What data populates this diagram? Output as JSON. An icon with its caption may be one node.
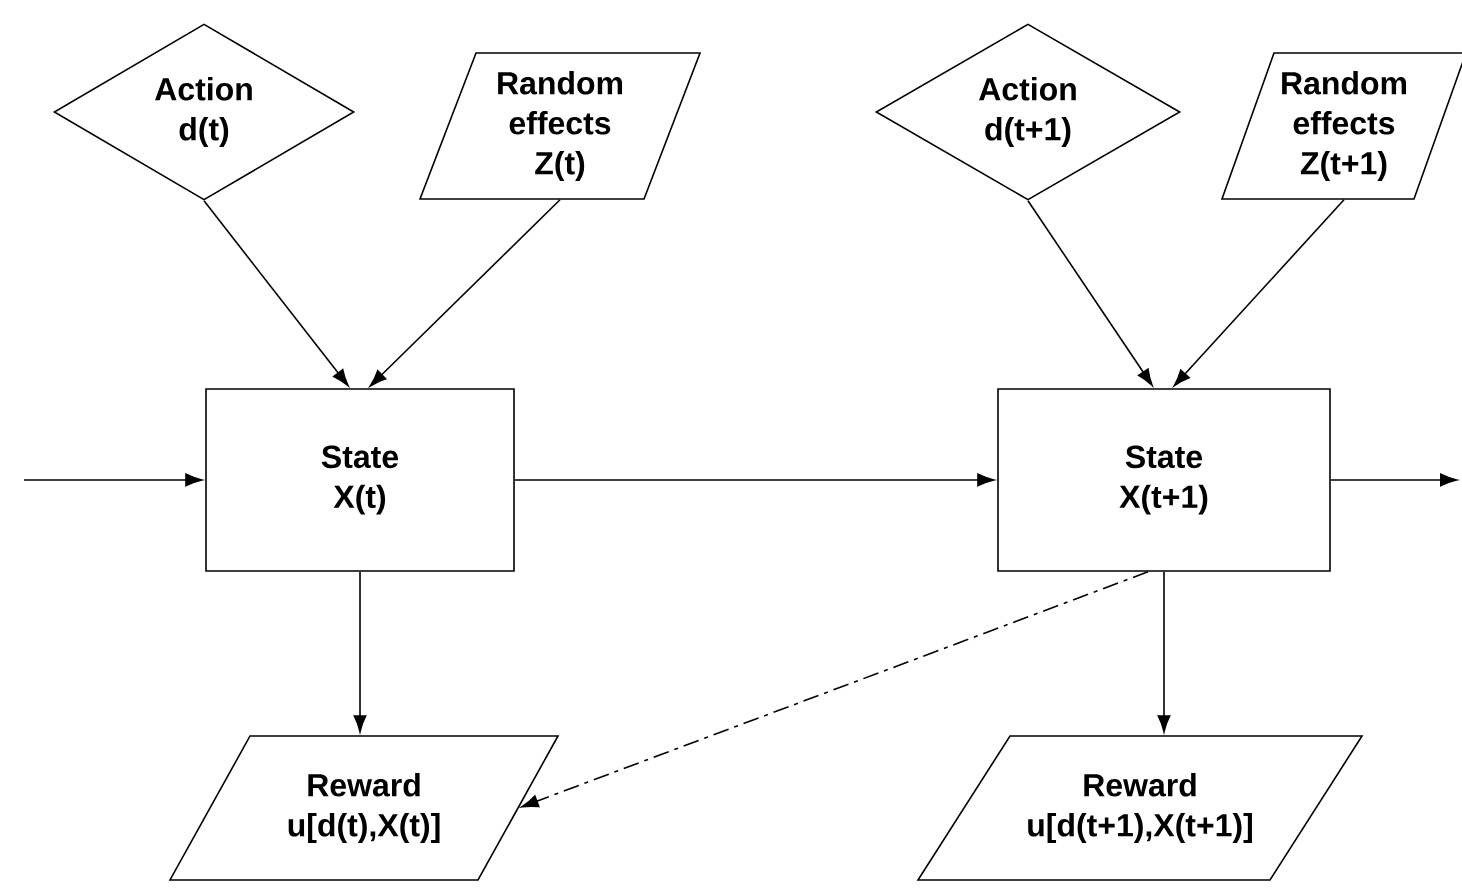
{
  "diagram": {
    "nodes": [
      {
        "text": [
          "Action d(t)"
        ]
      },
      {
        "text": [
          "Random effects Z(t)"
        ]
      },
      {
        "text": [
          "Action d(t+1)"
        ]
      },
      {
        "text": [
          "Random effects Z(t+1)"
        ]
      },
      {
        "text": [
          "State X(t)"
        ]
      },
      {
        "text": [
          "State X(t+1)"
        ]
      },
      {
        "text": [
          "Reward u[d(t),X(t)]"
        ]
      },
      {
        "text": [
          "Reward u[d(t+1),X(t+1)]"
        ]
      }
    ],
    "edges": [
      {
        "from": 0,
        "to": 4,
        "arrow": "to"
      },
      {
        "from": 1,
        "to": 4,
        "arrow": "to"
      },
      {
        "from": 2,
        "to": 5,
        "arrow": "to"
      },
      {
        "from": 3,
        "to": 5,
        "arrow": "to"
      },
      {
        "from": null,
        "to": 4,
        "arrow": "to"
      },
      {
        "from": 4,
        "to": 5,
        "arrow": "to"
      },
      {
        "from": 5,
        "to": null,
        "arrow": "to"
      },
      {
        "from": 4,
        "to": 6,
        "arrow": "to"
      },
      {
        "from": 5,
        "to": 7,
        "arrow": "to"
      },
      {
        "from": 5,
        "to": 6,
        "arrow": "to",
        "style": "dashed"
      }
    ]
  }
}
